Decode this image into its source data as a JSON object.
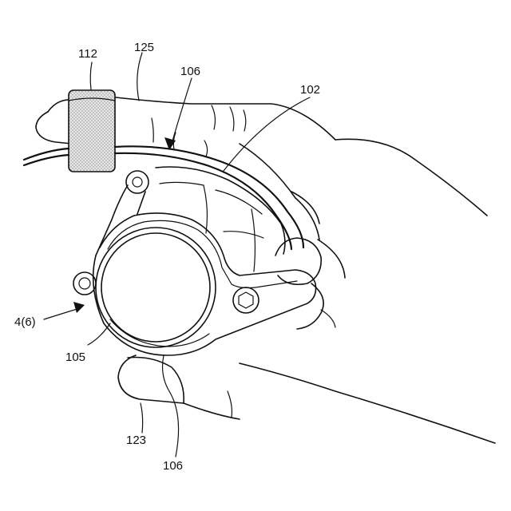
{
  "figure": {
    "labels": {
      "l112": "112",
      "l125": "125",
      "l106_top": "106",
      "l102": "102",
      "l4_6": "4(6)",
      "l105": "105",
      "l123": "123",
      "l106_bottom": "106"
    },
    "colors": {
      "line": "#111111",
      "band_fill": "#d9d9d9",
      "background": "#ffffff"
    }
  }
}
